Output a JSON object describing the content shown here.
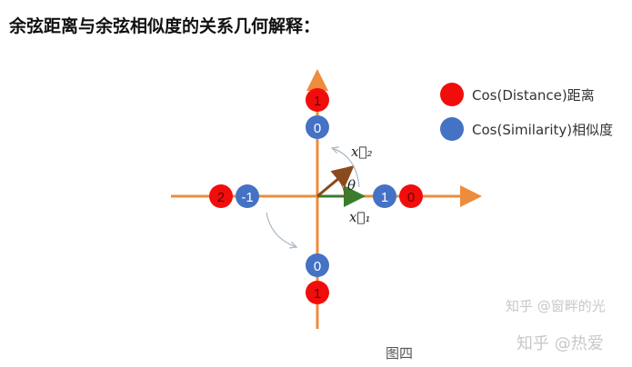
{
  "title": "余弦距离与余弦相似度的关系几何解释：",
  "colors": {
    "axis": "#ed8c3c",
    "distance": "#f20d0d",
    "similarity": "#4472c4",
    "x1": "#3a7d2c",
    "x2": "#8b4a1c"
  },
  "points": {
    "top_distance": "1",
    "top_similarity": "0",
    "left_distance": "2",
    "left_similarity": "-1",
    "right_similarity": "1",
    "right_distance": "0",
    "bottom_similarity": "0",
    "bottom_distance": "1"
  },
  "vectors": {
    "x1": "x⃗₁",
    "x2": "x⃗₂",
    "angle": "θ"
  },
  "legend": {
    "distance": "Cos(Distance)距离",
    "similarity": "Cos(Similarity)相似度"
  },
  "watermarks": [
    "知乎 @窗畔的光",
    "知乎 @热爱"
  ],
  "caption": "图四"
}
